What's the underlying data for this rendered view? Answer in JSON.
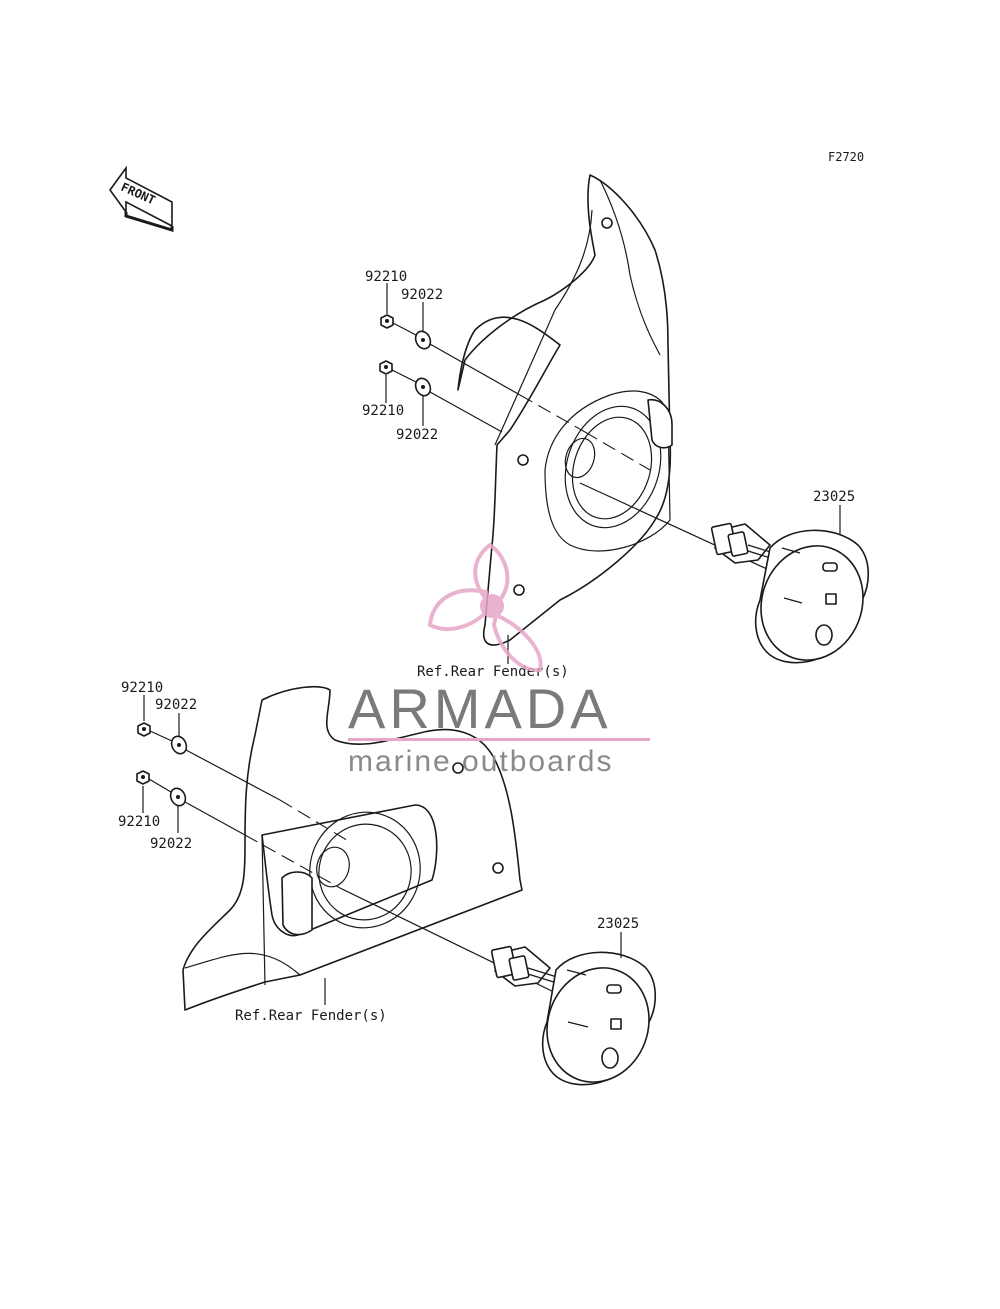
{
  "figure_code": "F2720",
  "direction_label": "FRONT",
  "upper_assembly": {
    "nut_top_label": "92210",
    "washer_top_label": "92022",
    "nut_bottom_label": "92210",
    "washer_bottom_label": "92022",
    "light_label": "23025",
    "reference_label": "Ref.Rear Fender(s)"
  },
  "lower_assembly": {
    "nut_top_label": "92210",
    "washer_top_label": "92022",
    "nut_bottom_label": "92210",
    "washer_bottom_label": "92022",
    "light_label": "23025",
    "reference_label": "Ref.Rear Fender(s)"
  },
  "watermark": {
    "brand": "ARMADA",
    "tagline": "marine outboards",
    "brand_color": "#7a7a7a",
    "accent_color": "#e6a6c8"
  }
}
